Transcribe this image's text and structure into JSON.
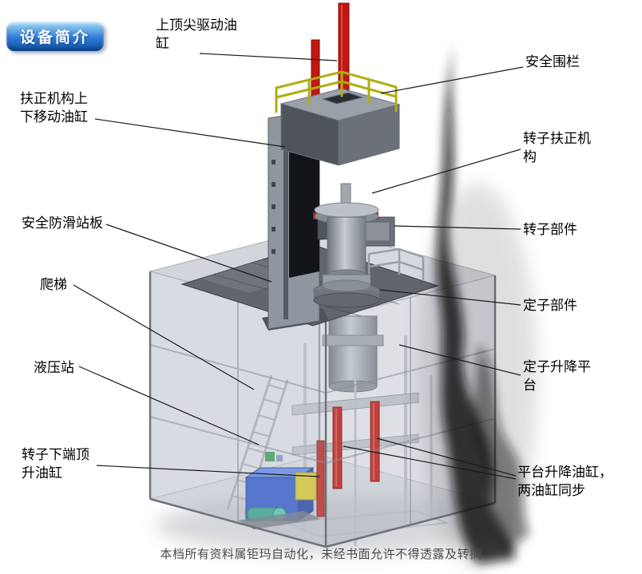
{
  "badge": {
    "label": "设备简介"
  },
  "callouts": [
    {
      "id": "top-drive-cylinder",
      "text": "上顶尖驱动油缸"
    },
    {
      "id": "safety-fence",
      "text": "安全围栏"
    },
    {
      "id": "centering-mechanism-lift-cylinder",
      "text": "扶正机构上下移动油缸"
    },
    {
      "id": "rotor-centering-mechanism",
      "text": "转子扶正机构"
    },
    {
      "id": "anti-slip-standing-platform",
      "text": "安全防滑站板"
    },
    {
      "id": "rotor-component",
      "text": "转子部件"
    },
    {
      "id": "ladder",
      "text": "爬梯"
    },
    {
      "id": "stator-component",
      "text": "定子部件"
    },
    {
      "id": "hydraulic-station",
      "text": "液压站"
    },
    {
      "id": "stator-lift-platform",
      "text": "定子升降平台"
    },
    {
      "id": "rotor-bottom-jack-cylinder",
      "text": "转子下端顶升油缸"
    },
    {
      "id": "platform-lift-cylinders",
      "text": "平台升降油缸，两油缸同步"
    }
  ],
  "footer": {
    "text": "本档所有资料属钜玛自动化，未经书面允许不得透露及转摘"
  },
  "colors": {
    "badge_blue_light": "#a6dcf8",
    "badge_blue": "#2e7cd6",
    "badge_blue_dark": "#0f4f9e",
    "red_cylinder": "#c2180f",
    "railing_yellow": "#b0ae12",
    "hydraulic_blue": "#2a53c8",
    "smoke_black": "#0a0a0a",
    "platform_gray": "#61656c"
  }
}
